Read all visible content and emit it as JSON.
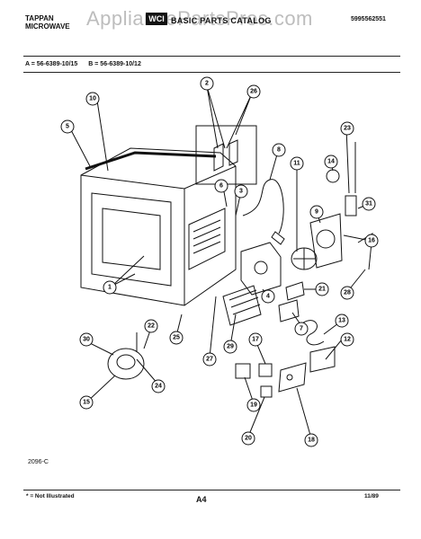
{
  "header": {
    "brand_line1": "TAPPAN",
    "brand_line2": "MICROWAVE",
    "watermark": "AppliancePartsPros.com",
    "logo_text": "WCI",
    "title": "BASIC PARTS CATALOG",
    "model_code": "5995562551"
  },
  "variants": {
    "a": "A = 56-6389-10/15",
    "b": "B = 56-6389-10/12"
  },
  "callouts": [
    "10",
    "5",
    "2",
    "26",
    "6",
    "3",
    "11",
    "14",
    "23",
    "31",
    "9",
    "16",
    "28",
    "1",
    "4",
    "21",
    "7",
    "13",
    "12",
    "22",
    "30",
    "25",
    "29",
    "27",
    "17",
    "15",
    "24",
    "19",
    "20",
    "18",
    "8"
  ],
  "footer": {
    "diagram_code": "2096-C",
    "note": "* = Not Illustrated",
    "page": "A4",
    "date": "11/89"
  }
}
